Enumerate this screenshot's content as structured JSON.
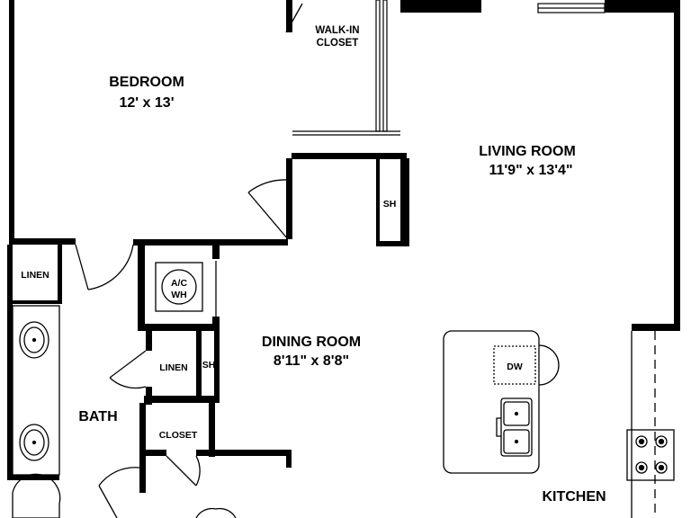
{
  "rooms": {
    "bedroom": {
      "name": "BEDROOM",
      "size": "12' x 13'"
    },
    "living_room": {
      "name": "LIVING ROOM",
      "size": "11'9\" x 13'4\""
    },
    "dining_room": {
      "name": "DINING ROOM",
      "size": "8'11\" x 8'8\""
    },
    "kitchen": {
      "name": "KITCHEN"
    },
    "bath": {
      "name": "BATH"
    },
    "walk_in_closet": {
      "line1": "WALK-IN",
      "line2": "CLOSET"
    },
    "closet": {
      "name": "CLOSET"
    },
    "linen_bath": {
      "name": "LINEN"
    },
    "linen_hall": {
      "name": "LINEN"
    },
    "shelf_living": {
      "name": "SH"
    },
    "shelf_hall": {
      "name": "SH"
    },
    "ac_wh": {
      "line1": "A/C",
      "line2": "WH"
    },
    "dishwasher": {
      "name": "DW"
    }
  },
  "colors": {
    "wall": "#000000",
    "fixture": "#000000",
    "background": "#ffffff"
  }
}
